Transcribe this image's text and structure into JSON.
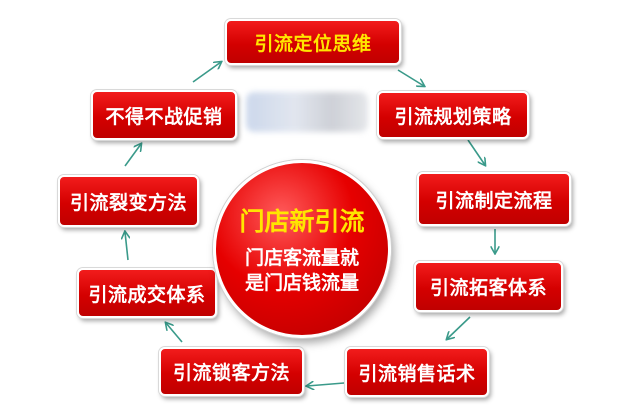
{
  "center": {
    "title": "门店新引流",
    "subtitle_line1": "门店客流量就",
    "subtitle_line2": "是门店钱流量"
  },
  "steps": [
    {
      "label": "引流定位思维",
      "highlight": true
    },
    {
      "label": "引流规划策略",
      "highlight": false
    },
    {
      "label": "引流制定流程",
      "highlight": false
    },
    {
      "label": "引流拓客体系",
      "highlight": false
    },
    {
      "label": "引流销售话术",
      "highlight": false
    },
    {
      "label": "引流锁客方法",
      "highlight": false
    },
    {
      "label": "引流成交体系",
      "highlight": false
    },
    {
      "label": "引流裂变方法",
      "highlight": false
    },
    {
      "label": "不得不战促销",
      "highlight": false
    }
  ],
  "colors": {
    "box_red": "#d40000",
    "highlight_text": "#ffe600",
    "arrow_teal": "#3a9a8a"
  },
  "blurred_region": {
    "content": "obscured"
  }
}
